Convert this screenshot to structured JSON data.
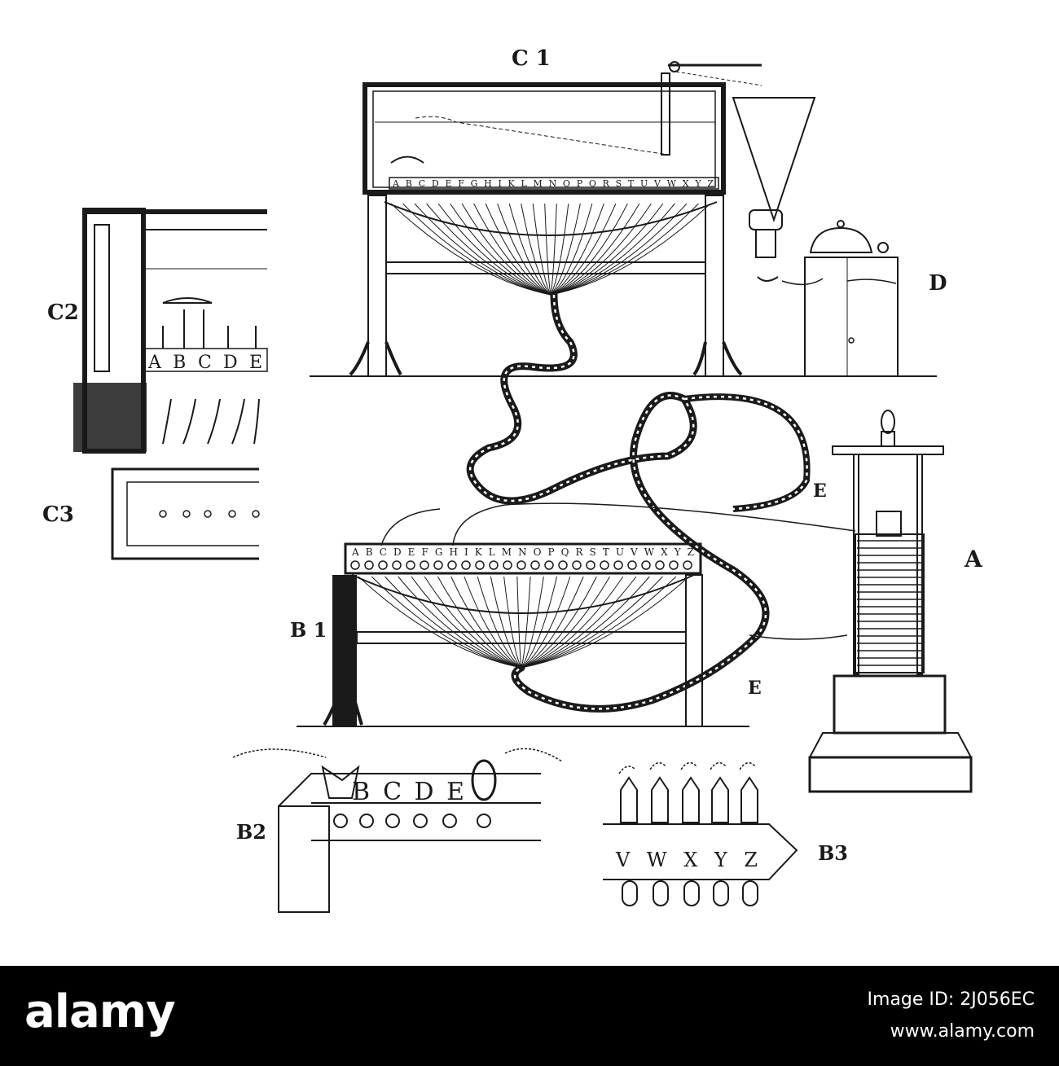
{
  "figure_labels": {
    "c1": "C 1",
    "c2": "C2",
    "c3": "C3",
    "d": "D",
    "e_upper": "E",
    "e_lower": "E",
    "a": "A",
    "b1": "B 1",
    "b2": "B2",
    "b3": "B3"
  },
  "receiver_alphabet": "ABCDEFGHIKLMNOPQRSTUVWXYZ",
  "keyboard_alphabet": "ABCDEFGHIKLMNOPQRSTUVWXYZ",
  "detail_c2_letters": "ABCDE",
  "detail_b2_letters": "BCDE",
  "detail_b3_letters": "VWXYZ",
  "footer": {
    "logo": "alamy",
    "image_id_label": "Image ID: 2J056EC",
    "url": "www.alamy.com"
  },
  "colors": {
    "ink": "#1a1a1a",
    "paper": "#ffffff",
    "footer": "#000000"
  }
}
